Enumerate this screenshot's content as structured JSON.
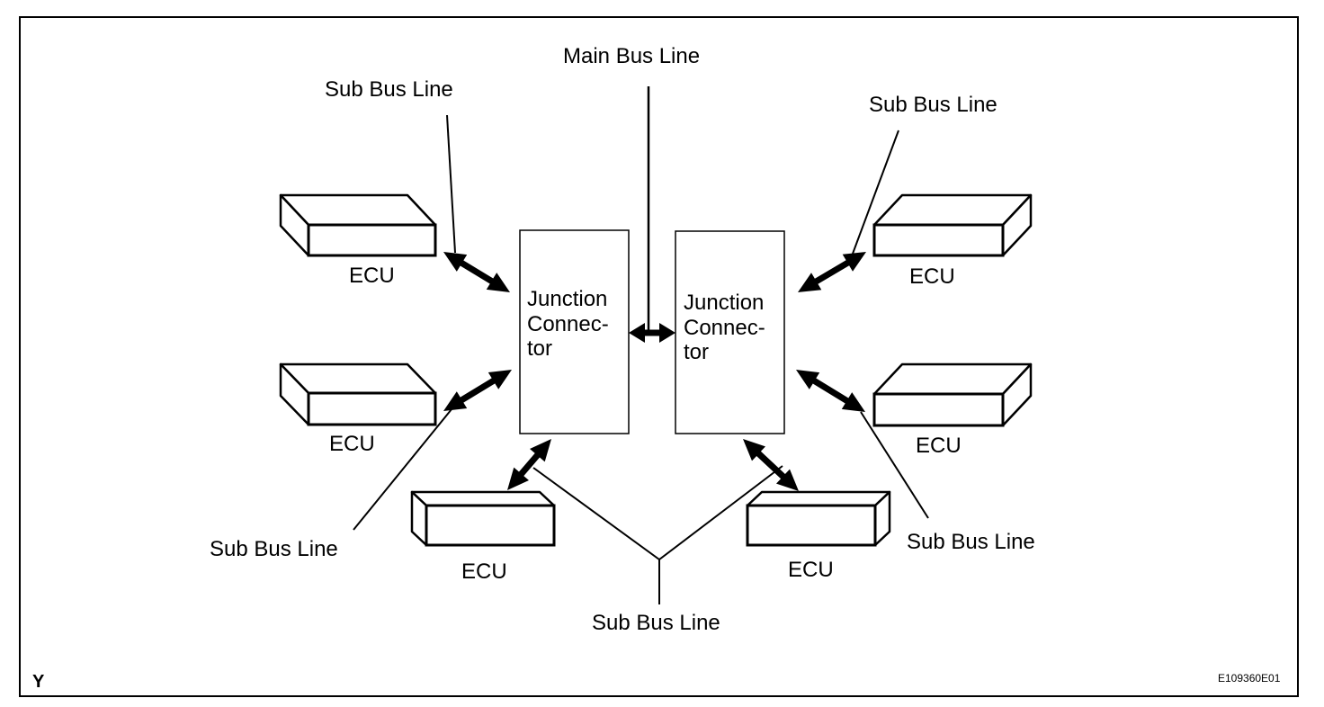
{
  "diagram": {
    "frame_letter": "Y",
    "figure_code": "E109360E01",
    "main_bus_label": "Main Bus Line",
    "junction_connectors": [
      {
        "id": "jc-left",
        "lines": [
          "Junction",
          "Connec-",
          "tor"
        ]
      },
      {
        "id": "jc-right",
        "lines": [
          "Junction",
          "Connec-",
          "tor"
        ]
      }
    ],
    "ecus": [
      {
        "id": "ecu-left-top",
        "label": "ECU"
      },
      {
        "id": "ecu-left-middle",
        "label": "ECU"
      },
      {
        "id": "ecu-bottom-left",
        "label": "ECU"
      },
      {
        "id": "ecu-bottom-right",
        "label": "ECU"
      },
      {
        "id": "ecu-right-middle",
        "label": "ECU"
      },
      {
        "id": "ecu-right-top",
        "label": "ECU"
      }
    ],
    "sub_bus_labels": [
      {
        "id": "sub-bus-top-left",
        "label": "Sub Bus Line"
      },
      {
        "id": "sub-bus-top-right",
        "label": "Sub Bus Line"
      },
      {
        "id": "sub-bus-bottom-left",
        "label": "Sub Bus Line"
      },
      {
        "id": "sub-bus-bottom-right",
        "label": "Sub Bus Line"
      },
      {
        "id": "sub-bus-bottom-center",
        "label": "Sub Bus Line"
      }
    ],
    "colors": {
      "line": "#000000",
      "fill": "#ffffff"
    }
  }
}
